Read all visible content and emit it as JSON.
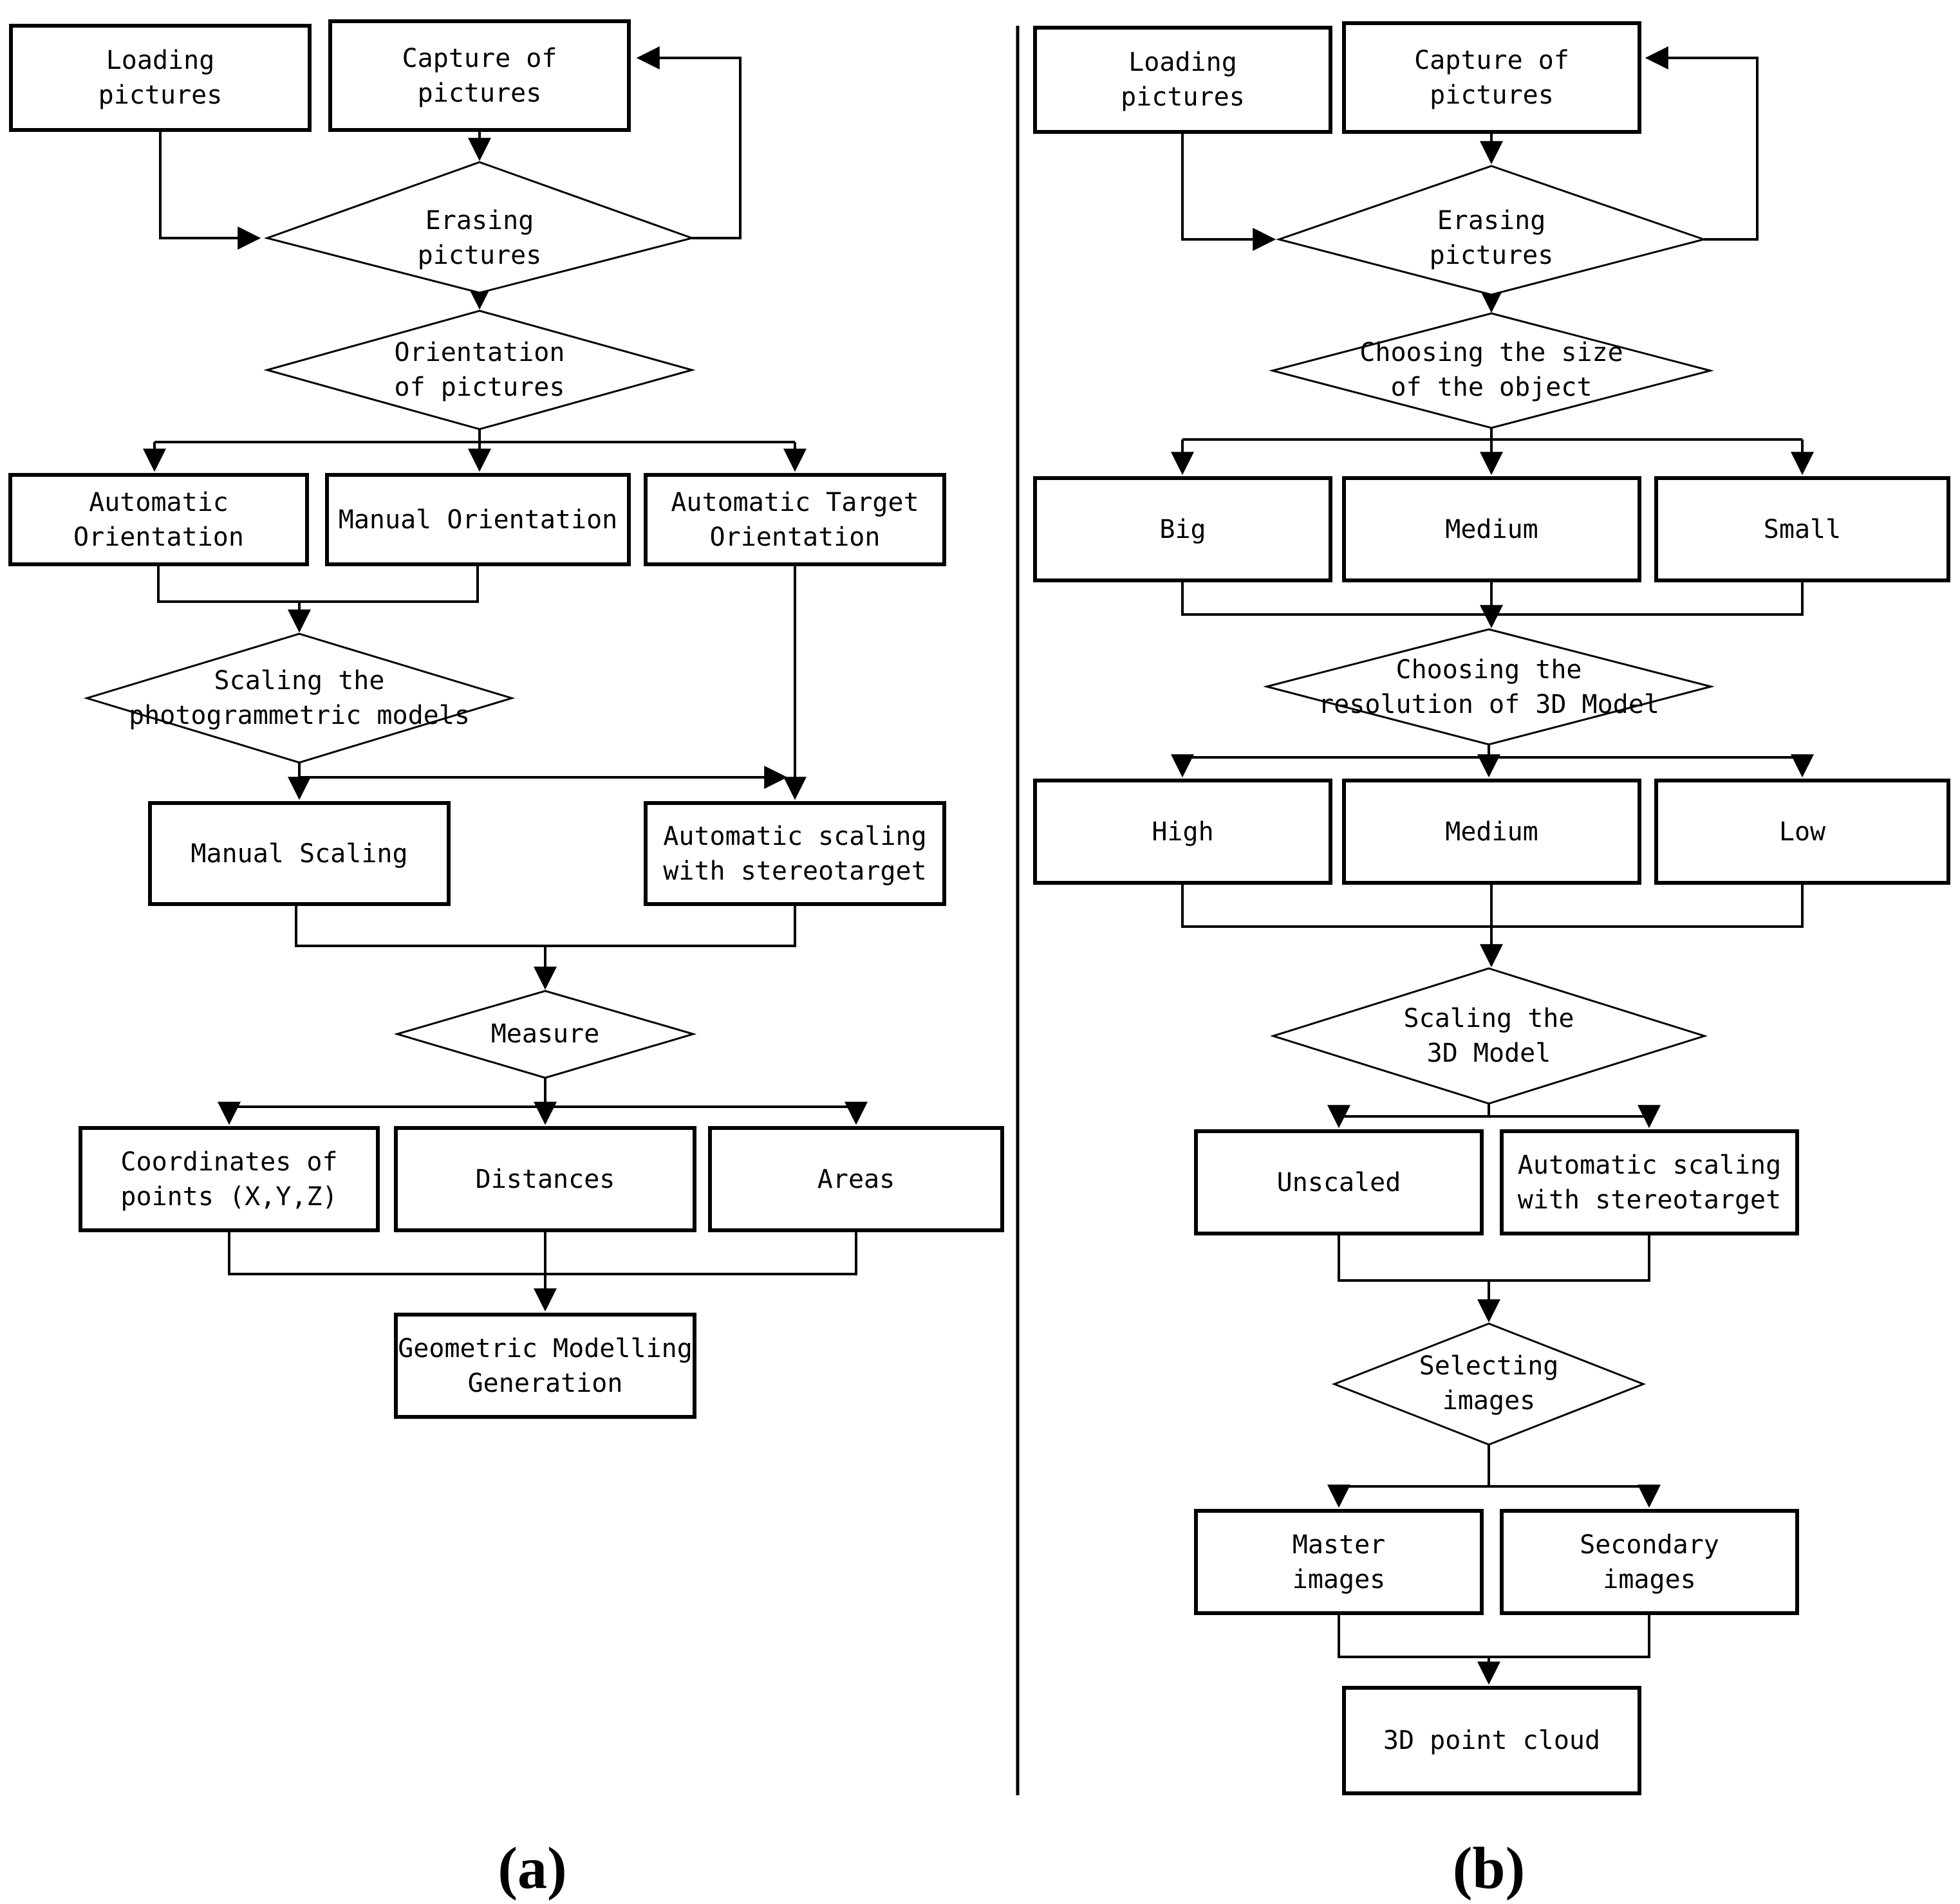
{
  "figure": {
    "colors": {
      "line": "#000000",
      "background": "#ffffff",
      "text": "#000000"
    },
    "panel_a": {
      "label": "(a)",
      "nodes": {
        "loading": "Loading\npictures",
        "capture": "Capture of\npictures",
        "erasing": "Erasing\npictures",
        "orientation": "Orientation\nof pictures",
        "automatic_orientation": "Automatic\nOrientation",
        "manual_orientation": "Manual Orientation",
        "automatic_target_orientation": "Automatic Target\nOrientation",
        "scaling_models": "Scaling the\nphotogrammetric models",
        "manual_scaling": "Manual Scaling",
        "automatic_scaling": "Automatic scaling\nwith stereotarget",
        "measure": "Measure",
        "coordinates": "Coordinates of\npoints (X,Y,Z)",
        "distances": "Distances",
        "areas": "Areas",
        "geometric": "Geometric Modelling\nGeneration"
      }
    },
    "panel_b": {
      "label": "(b)",
      "nodes": {
        "loading": "Loading\npictures",
        "capture": "Capture of\npictures",
        "erasing": "Erasing\npictures",
        "choosing_size": "Choosing the size\nof the object",
        "big": "Big",
        "medium_size": "Medium",
        "small": "Small",
        "choosing_resolution": "Choosing the\nresolution of 3D Model",
        "high": "High",
        "medium_resolution": "Medium",
        "low": "Low",
        "scaling_model": "Scaling the\n3D Model",
        "unscaled": "Unscaled",
        "automatic_scaling": "Automatic scaling\nwith stereotarget",
        "selecting_images": "Selecting\nimages",
        "master_images": "Master\nimages",
        "secondary_images": "Secondary\nimages",
        "point_cloud": "3D point cloud"
      }
    }
  }
}
